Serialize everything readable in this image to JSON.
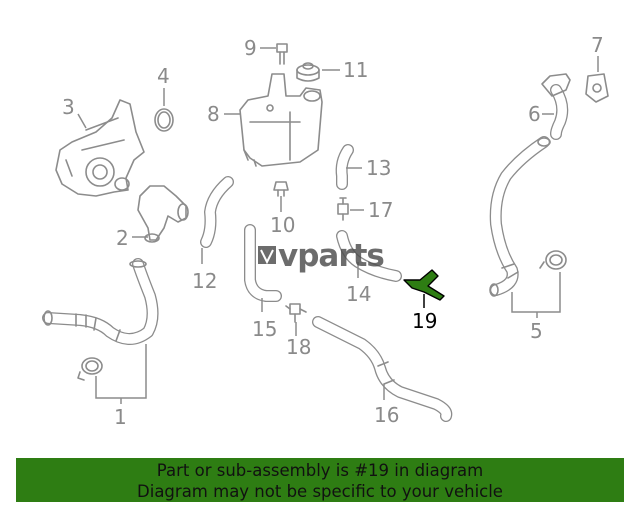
{
  "watermark": "vparts",
  "callouts": {
    "c1": "1",
    "c2": "2",
    "c3": "3",
    "c4": "4",
    "c5": "5",
    "c6": "6",
    "c7": "7",
    "c8": "8",
    "c9": "9",
    "c10": "10",
    "c11": "11",
    "c12": "12",
    "c13": "13",
    "c14": "14",
    "c15": "15",
    "c16": "16",
    "c17": "17",
    "c18": "18",
    "c19": "19"
  },
  "highlighted_part": "19",
  "highlight_color": "#2e7d13",
  "banner": {
    "line1": "Part or sub-assembly is #19 in diagram",
    "line2": "Diagram may not be specific to your vehicle"
  }
}
